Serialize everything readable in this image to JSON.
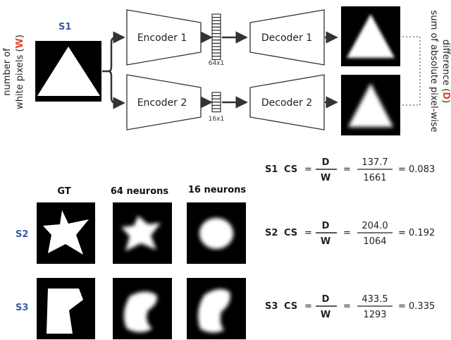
{
  "top": {
    "sample_label": "S1",
    "encoder1": "Encoder 1",
    "encoder2": "Encoder 2",
    "decoder1": "Decoder 1",
    "decoder2": "Decoder 2",
    "latent1": "64x1",
    "latent2": "16x1",
    "left_label_line1": "number of",
    "left_label_line2_prefix": "white pixels (",
    "left_label_line2_var": "W",
    "left_label_line2_suffix": ")",
    "right_label_line1": "sum of absolute pixel-wise",
    "right_label_line2_prefix": "difference (",
    "right_label_line2_var": "D",
    "right_label_line2_suffix": ")"
  },
  "headers": {
    "gt": "GT",
    "n64": "64 neurons",
    "n16": "16 neurons"
  },
  "rows": [
    {
      "label": "S2"
    },
    {
      "label": "S3"
    }
  ],
  "equations": [
    {
      "sample": "S1",
      "cs": "CS",
      "eq": "=",
      "num_var": "D",
      "den_var": "W",
      "num": "137.7",
      "den": "1661",
      "result": "= 0.083"
    },
    {
      "sample": "S2",
      "cs": "CS",
      "eq": "=",
      "num_var": "D",
      "den_var": "W",
      "num": "204.0",
      "den": "1064",
      "result": "= 0.192"
    },
    {
      "sample": "S3",
      "cs": "CS",
      "eq": "=",
      "num_var": "D",
      "den_var": "W",
      "num": "433.5",
      "den": "1293",
      "result": "= 0.335"
    }
  ]
}
